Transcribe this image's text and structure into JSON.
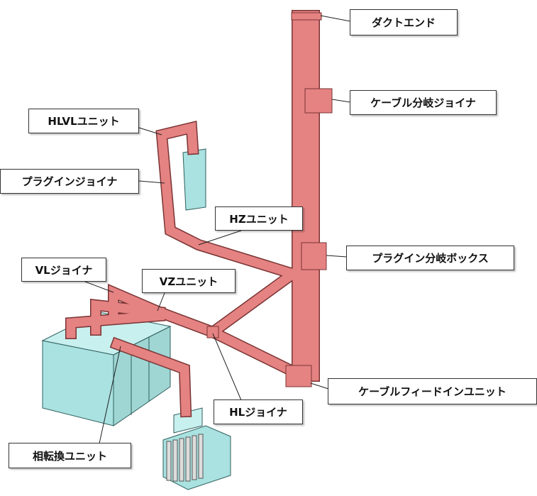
{
  "labels": {
    "duct_end": "ダクトエンド",
    "cable_branch_joiner": "ケーブル分岐ジョイナ",
    "hlvl_unit": "HLVLユニット",
    "plugin_joiner": "プラグインジョイナ",
    "hz_unit": "HZユニット",
    "plugin_branch_box": "プラグイン分岐ボックス",
    "vl_joiner": "VLジョイナ",
    "vz_unit": "VZユニット",
    "cable_feed_in_unit": "ケーブルフィードインユニット",
    "hl_joiner": "HLジョイナ",
    "phase_conversion_unit": "相転換ユニット"
  },
  "colors": {
    "duct": "#e58282",
    "duct_edge": "#7a3434",
    "equipment": "#a9e2e0",
    "equipment_edge": "#2f5f5e"
  }
}
